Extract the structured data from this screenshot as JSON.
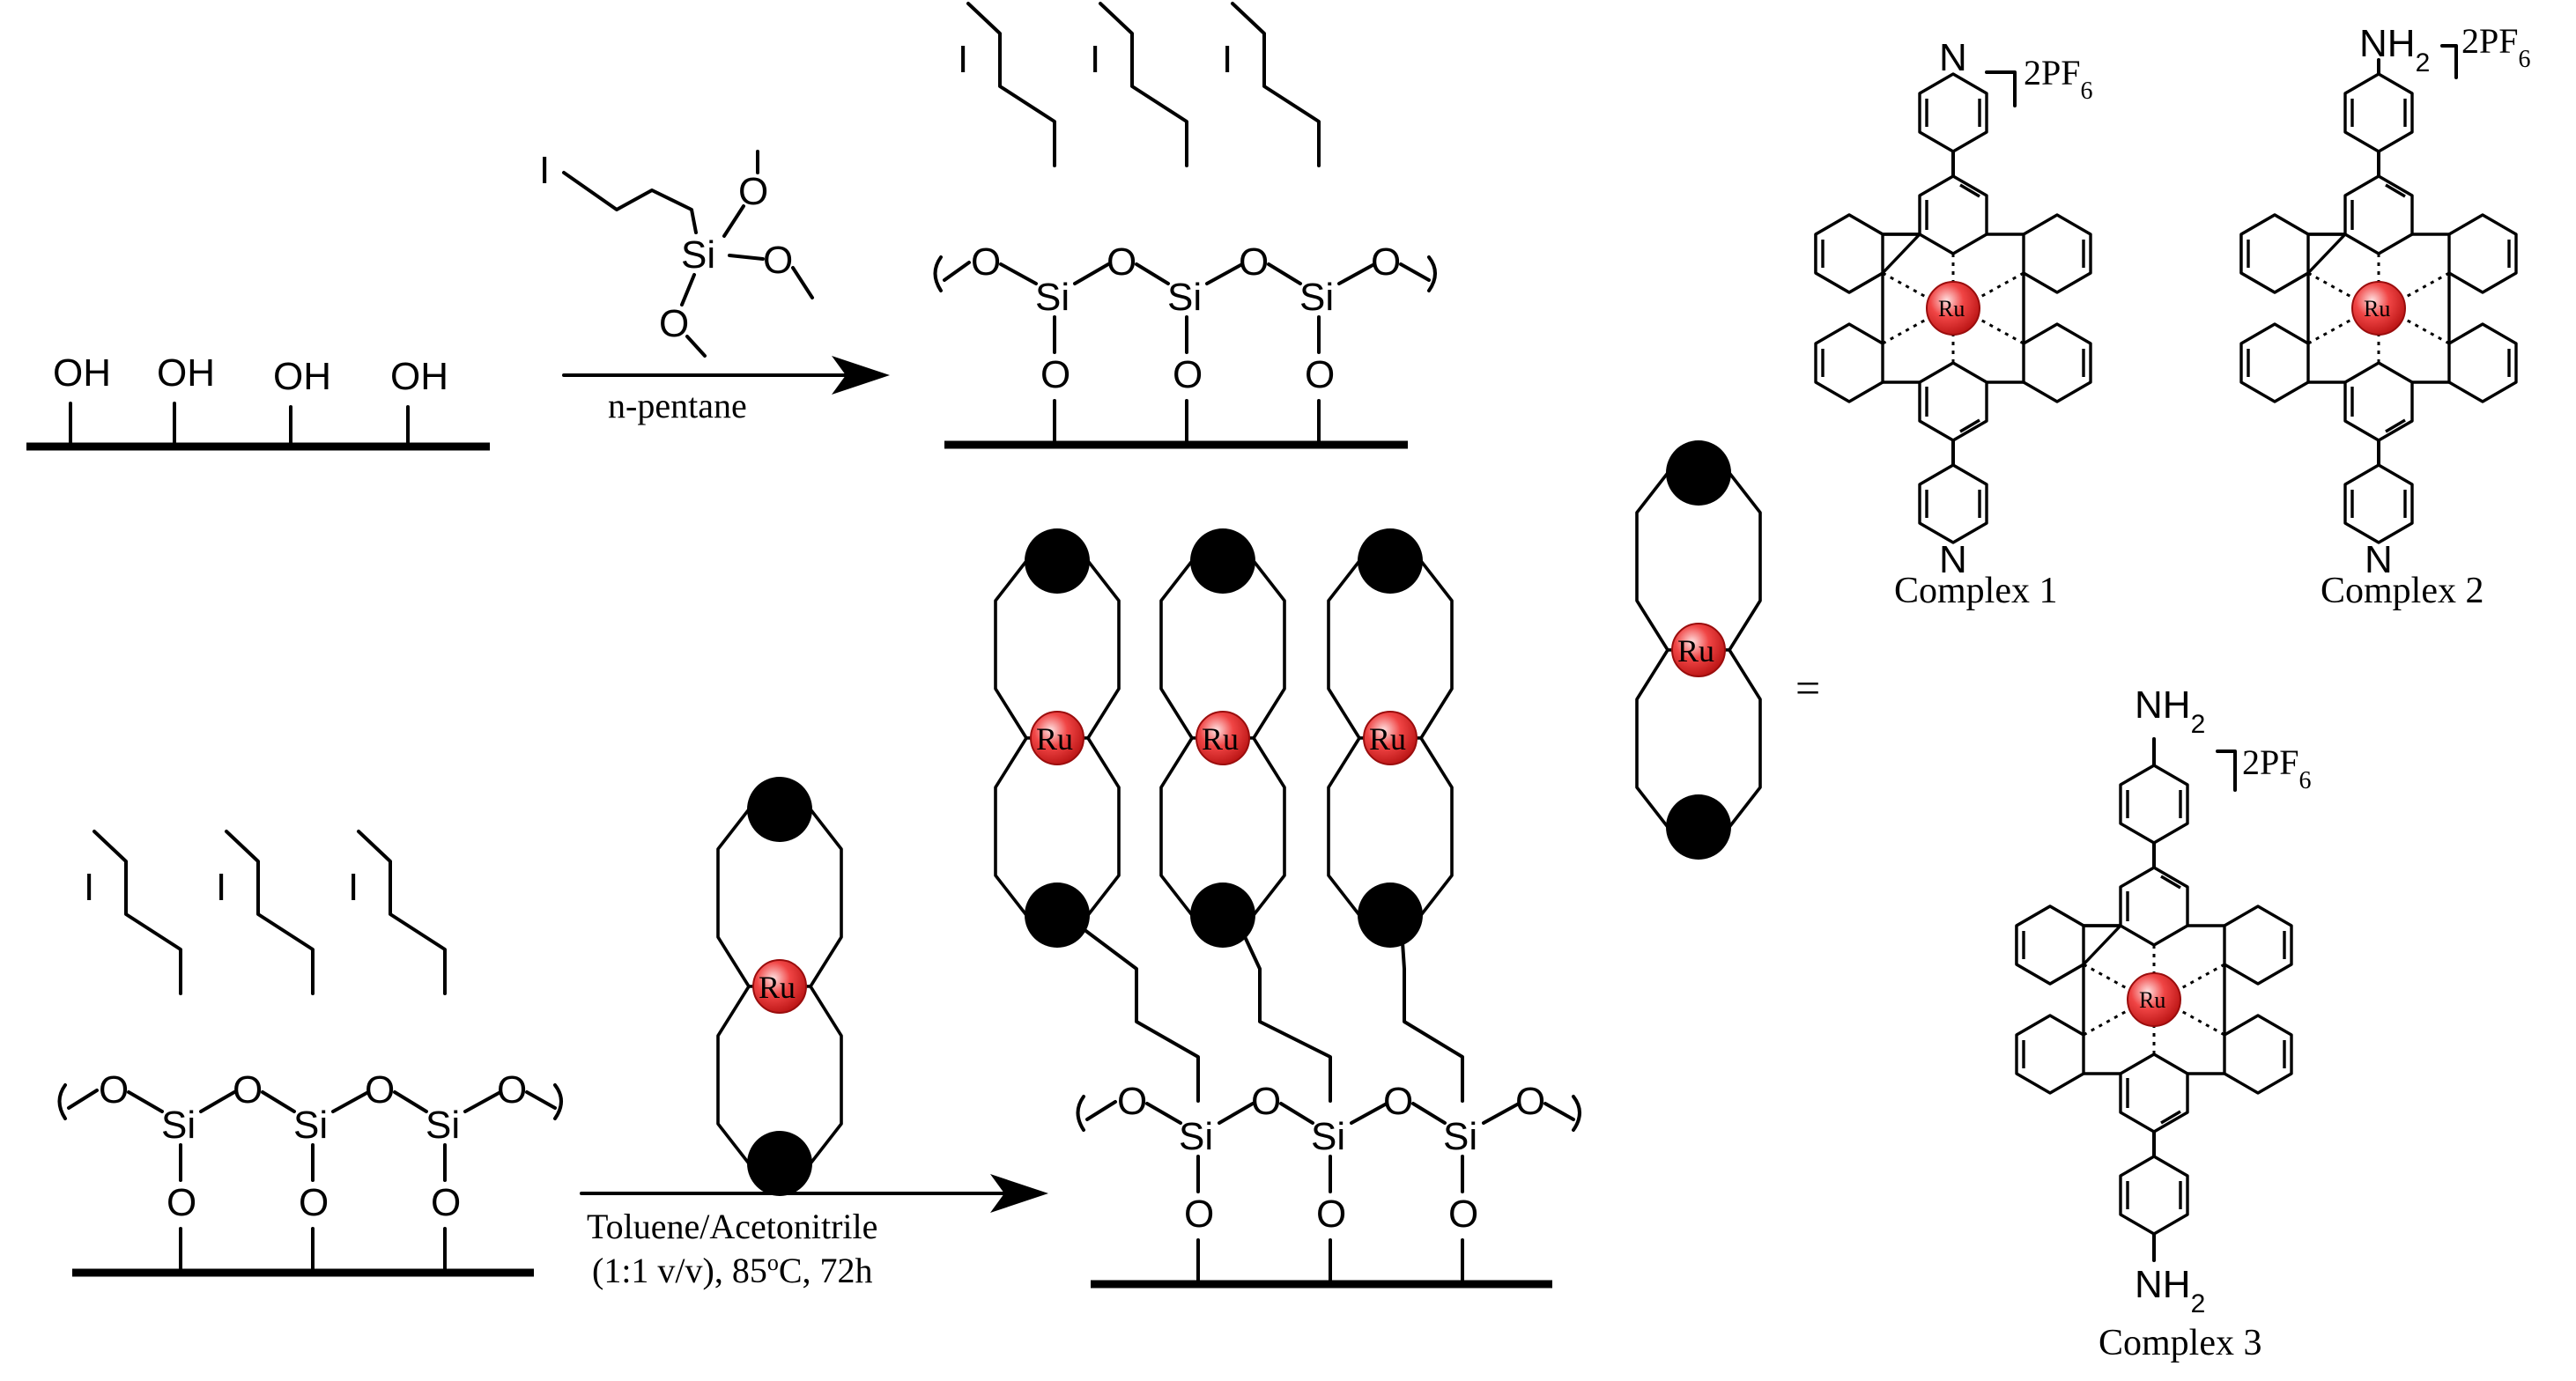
{
  "labels": {
    "oh": "OH",
    "iodo": "I",
    "silicon": "Si",
    "oxygen": "O",
    "nitrogen": "N",
    "ruthenium": "Ru",
    "amine": "NH",
    "amine_sub": "2",
    "counterion": "2PF",
    "counterion_sub": "6",
    "equals": "="
  },
  "steps": {
    "step1_reagent": "n-pentane",
    "step2_line1": "Toluene/Acetonitrile",
    "step2_line2": "(1:1 v/v), 85",
    "step2_degree": "o",
    "step2_line2_tail": "C, 72h"
  },
  "complexes": {
    "c1": "Complex 1",
    "c2": "Complex 2",
    "c3": "Complex 3"
  },
  "colors": {
    "ru_sphere_core": "#ffd6d6",
    "ru_sphere_mid": "#ee3b3b",
    "ru_sphere_edge": "#b50f0f",
    "ink": "#000000"
  }
}
